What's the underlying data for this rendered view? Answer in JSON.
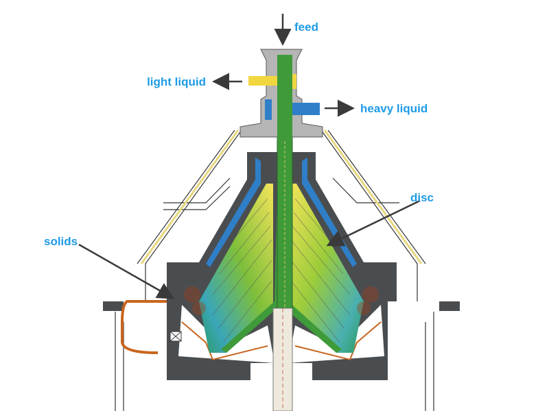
{
  "title": "Disc stack centrifuge cross-section",
  "labels": {
    "feed": "feed",
    "light_liquid": "light liquid",
    "heavy_liquid": "heavy liquid",
    "disc": "disc",
    "solids": "solids"
  },
  "colors": {
    "label": "#1e9be6",
    "arrow": "#3a3a3a",
    "housing": "#4a4d4f",
    "light_liquid": "#f2d640",
    "heavy_liquid": "#2f7fc8",
    "feed": "#3f9a3a",
    "solids": "#c8641e",
    "frame": "#e8d77a"
  }
}
